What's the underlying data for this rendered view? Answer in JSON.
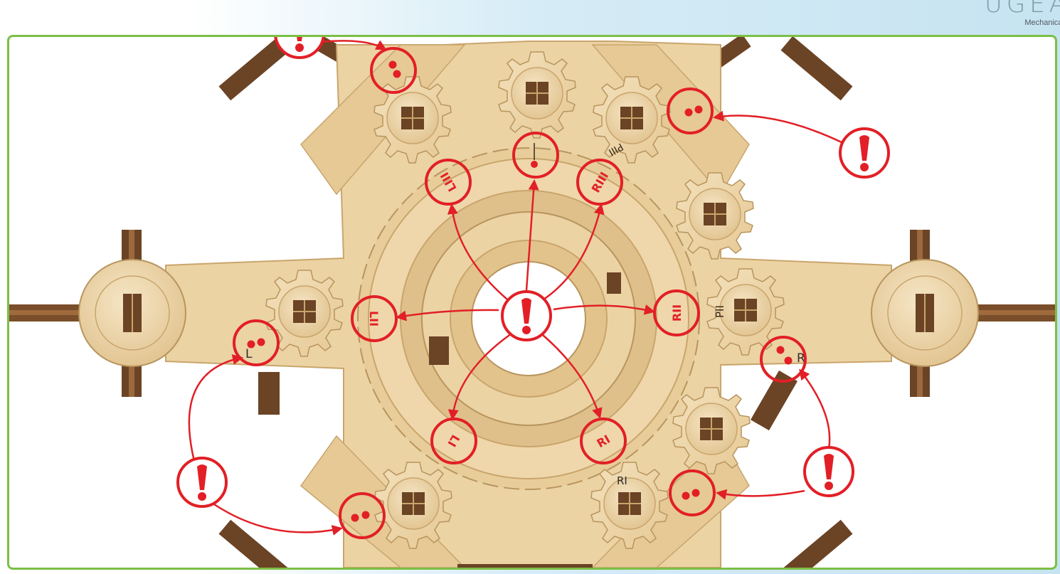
{
  "brand": {
    "logo": "UGEA",
    "tagline": "Mechanical"
  },
  "labels": {
    "marker_L3": "LIII",
    "marker_R3": "RIII",
    "marker_L2": "LII",
    "marker_R2": "RII",
    "marker_L1": "LI",
    "marker_R1": "RI",
    "engrave_PIII": "PIII",
    "engrave_PII": "PII",
    "engrave_L": "L",
    "engrave_R": "R",
    "engrave_RI": "RI"
  },
  "colors": {
    "accent_red": "#e21f26",
    "frame_green": "#7cbf45",
    "wood_light": "#f1dcb3",
    "wood_mid": "#e3c38c",
    "wood_edge": "#c9a56c",
    "wood_dark": "#6b4325"
  },
  "icons": {
    "warning": "exclamation-mark-icon"
  }
}
